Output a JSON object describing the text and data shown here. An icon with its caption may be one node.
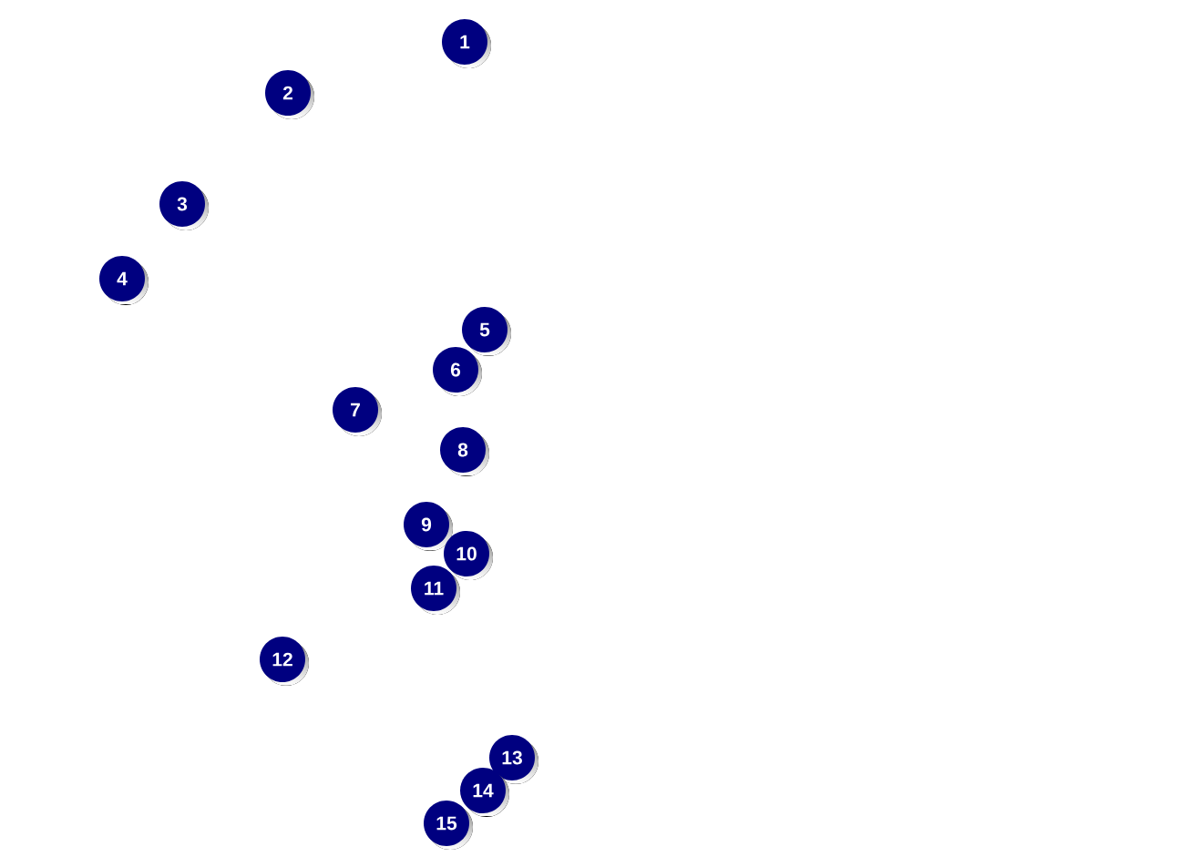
{
  "diagram": {
    "labels": [
      "1",
      "2",
      "3",
      "4",
      "5",
      "6",
      "7",
      "8",
      "9",
      "10",
      "11",
      "12",
      "13",
      "14",
      "15"
    ]
  }
}
